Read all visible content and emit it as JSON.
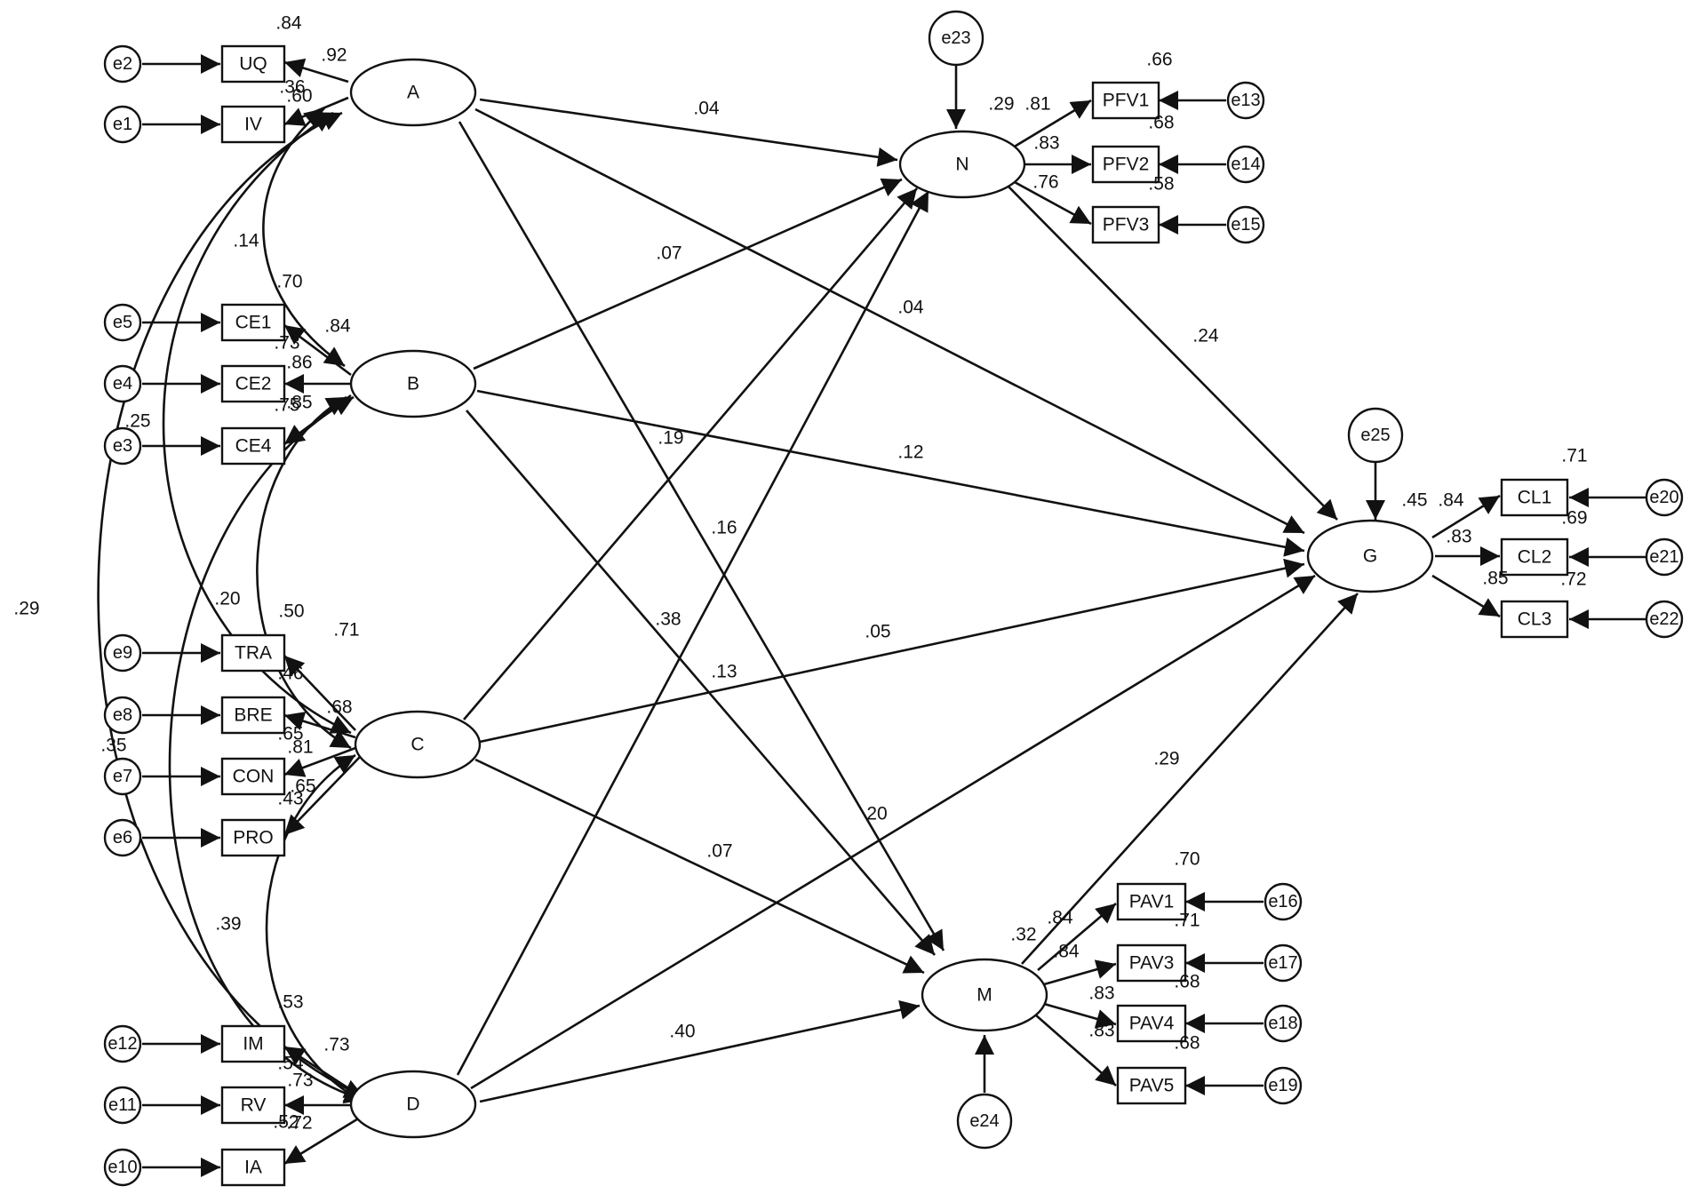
{
  "colors": {
    "ink": "#111111",
    "background": "#ffffff"
  },
  "latents": [
    {
      "id": "A",
      "label": "A"
    },
    {
      "id": "B",
      "label": "B"
    },
    {
      "id": "C",
      "label": "C"
    },
    {
      "id": "D",
      "label": "D"
    },
    {
      "id": "N",
      "label": "N"
    },
    {
      "id": "M",
      "label": "M"
    },
    {
      "id": "G",
      "label": "G"
    }
  ],
  "indicators": [
    {
      "id": "UQ",
      "label": "UQ"
    },
    {
      "id": "IV",
      "label": "IV"
    },
    {
      "id": "CE1",
      "label": "CE1"
    },
    {
      "id": "CE2",
      "label": "CE2"
    },
    {
      "id": "CE4",
      "label": "CE4"
    },
    {
      "id": "TRA",
      "label": "TRA"
    },
    {
      "id": "BRE",
      "label": "BRE"
    },
    {
      "id": "CON",
      "label": "CON"
    },
    {
      "id": "PRO",
      "label": "PRO"
    },
    {
      "id": "IM",
      "label": "IM"
    },
    {
      "id": "RV",
      "label": "RV"
    },
    {
      "id": "IA",
      "label": "IA"
    },
    {
      "id": "PFV1",
      "label": "PFV1"
    },
    {
      "id": "PFV2",
      "label": "PFV2"
    },
    {
      "id": "PFV3",
      "label": "PFV3"
    },
    {
      "id": "CL1",
      "label": "CL1"
    },
    {
      "id": "CL2",
      "label": "CL2"
    },
    {
      "id": "CL3",
      "label": "CL3"
    },
    {
      "id": "PAV1",
      "label": "PAV1"
    },
    {
      "id": "PAV3",
      "label": "PAV3"
    },
    {
      "id": "PAV4",
      "label": "PAV4"
    },
    {
      "id": "PAV5",
      "label": "PAV5"
    }
  ],
  "errors": [
    {
      "id": "e1",
      "label": "e1"
    },
    {
      "id": "e2",
      "label": "e2"
    },
    {
      "id": "e3",
      "label": "e3"
    },
    {
      "id": "e4",
      "label": "e4"
    },
    {
      "id": "e5",
      "label": "e5"
    },
    {
      "id": "e6",
      "label": "e6"
    },
    {
      "id": "e7",
      "label": "e7"
    },
    {
      "id": "e8",
      "label": "e8"
    },
    {
      "id": "e9",
      "label": "e9"
    },
    {
      "id": "e10",
      "label": "e10"
    },
    {
      "id": "e11",
      "label": "e11"
    },
    {
      "id": "e12",
      "label": "e12"
    },
    {
      "id": "e13",
      "label": "e13"
    },
    {
      "id": "e14",
      "label": "e14"
    },
    {
      "id": "e15",
      "label": "e15"
    },
    {
      "id": "e16",
      "label": "e16"
    },
    {
      "id": "e17",
      "label": "e17"
    },
    {
      "id": "e18",
      "label": "e18"
    },
    {
      "id": "e19",
      "label": "e19"
    },
    {
      "id": "e20",
      "label": "e20"
    },
    {
      "id": "e21",
      "label": "e21"
    },
    {
      "id": "e22",
      "label": "e22"
    },
    {
      "id": "e23",
      "label": "e23"
    },
    {
      "id": "e24",
      "label": "e24"
    },
    {
      "id": "e25",
      "label": "e25"
    }
  ],
  "paths": [
    {
      "from": "A",
      "to": "N",
      "coef": ".04"
    },
    {
      "from": "A",
      "to": "G",
      "coef": ".04"
    },
    {
      "from": "A",
      "to": "M",
      "coef": ".16"
    },
    {
      "from": "B",
      "to": "N",
      "coef": ".07"
    },
    {
      "from": "B",
      "to": "G",
      "coef": ".12"
    },
    {
      "from": "B",
      "to": "M",
      "coef": ".38"
    },
    {
      "from": "C",
      "to": "N",
      "coef": ".19"
    },
    {
      "from": "C",
      "to": "G",
      "coef": ".05"
    },
    {
      "from": "C",
      "to": "M",
      "coef": ".07"
    },
    {
      "from": "D",
      "to": "N",
      "coef": ".13"
    },
    {
      "from": "D",
      "to": "G",
      "coef": "20"
    },
    {
      "from": "D",
      "to": "M",
      "coef": ".40"
    },
    {
      "from": "N",
      "to": "G",
      "coef": ".24"
    },
    {
      "from": "M",
      "to": "G",
      "coef": ".29"
    }
  ],
  "correlations": [
    {
      "between": [
        "A",
        "B"
      ],
      "coef": ".14"
    },
    {
      "between": [
        "A",
        "C"
      ],
      "coef": ".25"
    },
    {
      "between": [
        "A",
        "D"
      ],
      "coef": ".29"
    },
    {
      "between": [
        "B",
        "C"
      ],
      "coef": ".20"
    },
    {
      "between": [
        "B",
        "D"
      ],
      "coef": ".35"
    },
    {
      "between": [
        "C",
        "D"
      ],
      "coef": ".39"
    }
  ],
  "loadings_text": [
    ".84",
    ".92",
    ".36",
    ".60",
    ".70",
    ".84",
    ".73",
    ".86",
    ".75",
    ".85",
    ".50",
    ".71",
    ".46",
    ".68",
    ".65",
    ".81",
    ".43",
    ".65",
    ".53",
    ".73",
    ".54",
    ".73",
    ".52",
    ".72",
    ".66",
    ".29",
    ".81",
    ".68",
    ".83",
    ".76",
    ".58",
    ".71",
    ".45",
    ".84",
    ".69",
    ".83",
    ".85",
    ".72",
    ".70",
    ".32",
    ".84",
    ".71",
    ".84",
    ".83",
    ".68",
    ".83",
    ".68"
  ]
}
